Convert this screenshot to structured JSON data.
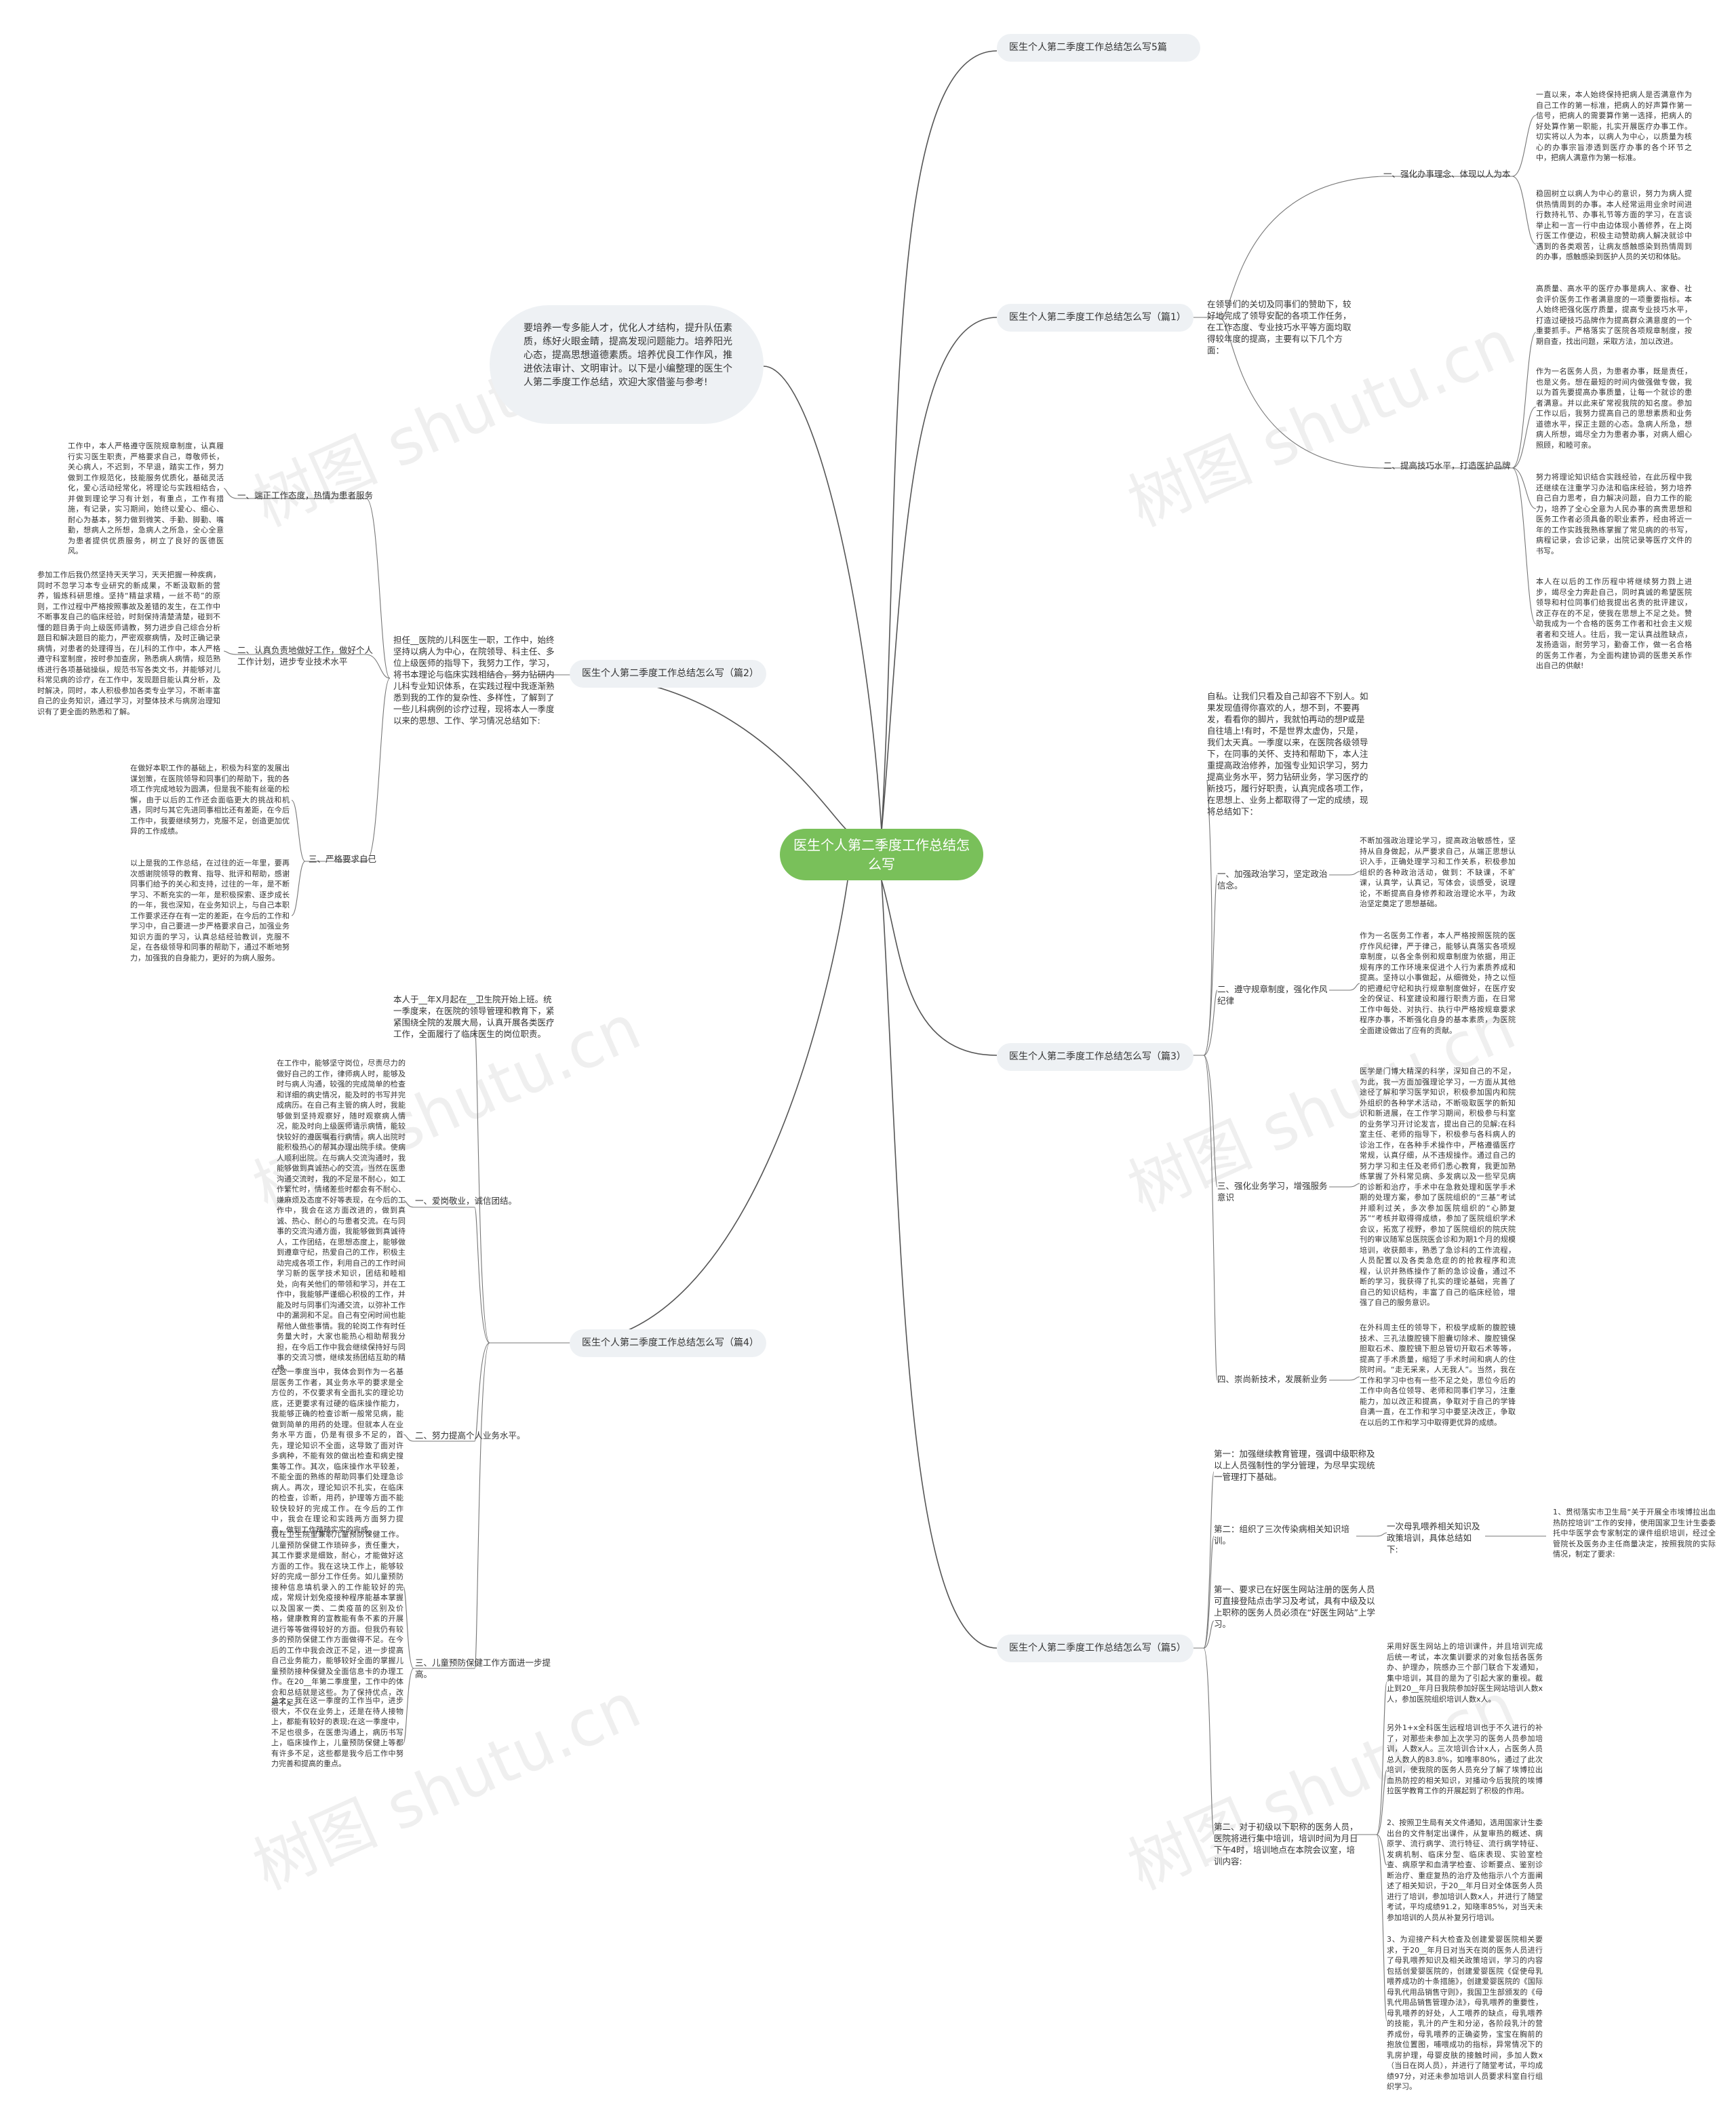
{
  "root": "医生个人第二季度工作总结怎么写",
  "intro": "要培养一专多能人才，优化人才结构，提升队伍素质，练好火眼金睛，提高发现问题能力。培养阳光心态，提高思想道德素质。培养优良工作作风，推进依法审计、文明审计。以下是小编整理的医生个人第二季度工作总结，欢迎大家借鉴与参考!",
  "watermark": "树图 shutu.cn",
  "branches": {
    "b5": "医生个人第二季度工作总结怎么写5篇",
    "b1": "医生个人第二季度工作总结怎么写（篇1）",
    "b2": "医生个人第二季度工作总结怎么写（篇2）",
    "b3": "医生个人第二季度工作总结怎么写（篇3）",
    "b4": "医生个人第二季度工作总结怎么写（篇4）",
    "b5b": "医生个人第二季度工作总结怎么写（篇5）"
  },
  "p1": {
    "intro": "在领导们的关切及同事们的赞助下，较好地完成了领导安配的各项工作任务，在工作态度、专业技巧水平等方面均取得较年度的提高，主要有以下几个方面：",
    "s1": "一、强化办事理念、体现以人为本",
    "s1a": "一直以来，本人始终保持把病人是否满意作为自己工作的第一标准，把病人的好声算作第一信号，把病人的需要算作第一选择，把病人的好处算作第一职能，扎实开展医疗办事工作。切实将以人为本，以病人为中心，以质量为核心的办事宗旨渗透到医疗办事的各个环节之中，把病人满意作为第一标准。",
    "s1b": "稳固树立以病人为中心的意识，努力为病人提供热情周到的办事。本人经常运用业余时间进行数持礼节、办事礼节等方面的学习，在言谈举止和一言一行中由边体现小善修养，在上岗行医工作便边，积极主动赞助病人解决就诊中遇到的各类艰苦，让病友感触感染到热情周到的办事，感触感染到医护人员的关切和体贴。",
    "s2": "二、提高技巧水平，打造医护品牌",
    "s2a": "高质量、高水平的医疗办事是病人、家眷、社会评价医务工作者满意度的一项重要指标。本人始终把强化医疗质量，提高专业技巧水平，打造过硬技巧品牌作为提高群众满意度的一个重要抓手。严格落实了医院各项规章制度，按期自查，找出问题，采取方法，加以改进。",
    "s2b": "作为一名医务人员，为患者办事，既是责任，也是义务。想在最短的时间内做强做专做，我以为首先要提高办事质量，让每一个就诊的患者满意。并以此来矿常视我院的知名度。参加工作以后，我努力提高自己的思想素质和业务道德水平，探正主题的心态。急病人所急，想病人所想，竭尽全力为患者办事，对病人细心照顾，和睦可亲。",
    "s2c": "努力将理论知识结合实践经验，在此历程中我还继续在注重学习办法和临床经验，努力培养自己自力思考，自力解决问题，自力工作的能力，培养了全心全意为人民办事的高贵思想和医务工作者必须具备的职业素养，经由将近一年的工作实践我熟练掌握了常见病的的书写，病程记录，会诊记录，出院记录等医疗文件的书写。",
    "s2d": "本人在以后的工作历程中将继续努力戮上进步，竭尽全力奔赴自己，同时真诚的希望医院领导和村位同事们给我提出名责的批评建议，改正存在的不足，使我在思想上不足之处。赞助我成为一个合格的医务工作者和社会主义规者者和交班人。往后，我一定认真战胜缺点，发扬造诣，耐劳学习，勤奋工作，做一名合格的医务工作者，为全面构建协调的医患关系作出自己的供献!"
  },
  "p2": {
    "intro": "担任__医院的儿科医生一职，工作中，始终坚持以病人为中心，在院领导、科主任、多位上级医师的指导下，我努力工作，学习，将书本理论与临床实践相结合，努力钻研内儿科专业知识体系，在实践过程中我逐渐熟悉到我的工作的复杂性、多样性，了解到了一些儿科病例的诊疗过程，现将本人一季度以来的思想、工作、学习情况总结如下:",
    "s1": "一、端正工作态度，热情为患者服务",
    "s1a": "工作中，本人严格遵守医院规章制度，认真履行实习医生职责，严格要求自己，尊敬师长，关心病人，不迟到，不早退，踏实工作，努力做到工作规范化，技能服务优质化，基础灵活化，爱心活动经常化，将理论与实践相结合，并做到理论学习有计划，有重点，工作有措施，有记录，实习期间，始终以爱心、细心、耐心为基本，努力做到微笑、手勤、脚勤、嘴勤，想病人之所想，急病人之所急，全心全意为患者提供优质服务，树立了良好的医德医风。",
    "s2": "二、认真负责地做好工作，做好个人工作计划，进步专业技术水平",
    "s2a": "参加工作后我仍然坚持天天学习，天天把握一种疾病，同时不忽学习本专业研究的新成果，不断汲取新的营养，锻炼科研思维。坚持“精益求精，一丝不苟”的原则，工作过程中严格按照事故及差错的发生，在工作中不断事发自己的临床经验，时刻保持清楚清楚，碰到不懂的题目勇于向上级医师请教，努力进步自己综合分析题目和解决题目的能力，严密观察病情，及时正确记录病情，对患者的处理得当，在儿科的工作中，本人严格遵守科室制度，按时参加查房，熟悉病人病情，规范熟练进行各项基础操纵，规范书写各类文书，并能够对儿科常见病的诊疗，在工作中，发现题目能认真分析，及时解决，同时，本人积极参加各类专业学习，不断丰富自己的业务知识，通过学习，对整体技术与病房治理知识有了更全面的熟悉和了解。",
    "s3": "三、严格要求自己",
    "s3a": "在做好本职工作的基础上，积极为科室的发展出谋划策，在医院领导和同事们的帮助下，我的各项工作完成地较为圆满，但是我不能有丝毫的松懈，由于以后的工作还会面临更大的挑战和机遇，同时与其它先进同事相比还有差距，在今后工作中，我要继续努力，克服不足，创造更加优异的工作成绩。",
    "s3b": "以上是我的工作总结，在过往的近一年里，要再次感谢院领导的教育、指导、批评和帮助，感谢同事们给予的关心和支持，过往的一年，是不断学习、不断充实的一年，是积极探索、逐步成长的一年，我也深知，在业务知识上，与自己本职工作要求还存在有一定的差距，在今后的工作和学习中，自己要进一步严格要求自己，加强业务知识方面的学习，认真总结经验教训，克服不足，在各级领导和同事的帮助下，通过不断地努力，加强我的自身能力，更好的为病人服务。"
  },
  "p3": {
    "intro": "自私。让我们只看及自己却容不下别人。如果发现值得你喜欢的人，想不到，不要再发，看看你的脚片，我就怕再动的想P或是自往墙上!有时，不是世界太虚伪，只是，我们太天真。一季度以来，在医院各级领导下，在同事的关怀、支持和帮助下，本人注重提高政治修养，加强专业知识学习，努力提高业务水平，努力钻研业务，学习医疗的新技巧，履行好职责，认真完成各项工作，在思想上、业务上都取得了一定的成绩，现将总结如下：",
    "s1": "一、加强政治学习，坚定政治信念。",
    "s1a": "不断加强政治理论学习，提高政治敏感性，坚持从自身做起，从严要求自己，从端正思想认识入手，正确处理学习和工作关系，积极参加组织的各种政治活动，做到：不缺课，不旷课，认真学，认真记，写体会，谈感受，说理论，不断提高自身修养和政治理论水平，为政治坚定奠定了思想基础。",
    "s2": "二、遵守规章制度，强化作风纪律",
    "s2a": "作为一名医务工作者，本人严格按照医院的医疗作风纪律，严于律己，能够认真落实各项规章制度，以各全条例和规章制度为依据，用正规有序的工作环境来促进个人行为素质养成和提高。坚持以小事做起，从细微处，持之以恒的把遵纪守纪和执行规章制度做好，在医疗安全的保证、科室建设和履行职责方面，在日常工作中每处、对执行、执行中严格按规章要求程序办事，不断强化自身的基本素质，为医院全面建设做出了应有的贡献。",
    "s3": "三、强化业务学习，增强服务意识",
    "s3a": "医学是门博大精深的科学，深知自己的不足，为此，我一方面加强理论学习，一方面从其他途径了解和学习医学知识，积极参加国内和院外组织的各种学术活动，不断吸取医学的新知识和新进展，在工作学习期间，积极参与科室的业务学习开讨论发言，提出自己的见解;在科室主任、老师的指导下，积极参与各科病人的诊治工作，在各种手术操作中，严格遵循医疗常规，认真仔细，从不违规操作。通过自己的努力学习和主任及老师们悉心教育，我更加熟练掌握了外科常见病、多发病以及一些罕见病的诊断和治疗，手术中在急救处理和医学手术期的处理方案，参加了医院组织的“三基”考试并顺利过关，多次参加医院组织的“心肺复苏”“考核并取得得成绩，参加了医院组织学术会议，拓宽了视野，参加了医院组织的院庆院刊的审议随军总医院医会诊和为期1个月的规模培训，收获颇丰，熟悉了急诊科的工作流程，人员配置以及各类急危症的的抢救程序和流程，认识并熟练操作了新的急诊设备，通过不断的学习，我获得了扎实的理论基础，完善了自己的知识结构，丰富了自己的临床经验，增强了自己的服务意识。",
    "s4": "四、崇尚新技术，发展新业务",
    "s4a": "在外科周主任的领导下，积极学成新的腹腔镜技术、三孔法腹腔镜下胆囊切除术、腹腔镜保胆取石术、腹腔镜下胆总管切开取石术等等，提高了手术质量，缩短了手术时间和病人的住院时间。“走无采来，人无我人”。当然，我在工作和学习中也有一些不足之处，思位今后的工作中向各位领导、老师和同事们学习，注重能力，加以改正和提高，争取对于自己的学锋自满一直，在工作和学习中要坚决改正，争取在以后的工作和学习中取得更优异的成绩。"
  },
  "p4": {
    "intro": "本人于__年X月起在__卫生院开始上班。统一季度来，在医院的领导管理和教育下，紧紧围绕全院的发展大局，认真开展各类医疗工作，全面履行了临床医生的岗位职责。",
    "s1": "一、爱岗敬业，诚信团结。",
    "s1a": "在工作中，能够坚守岗位，尽责尽力的做好自己的工作，律师病人时，能够及时与病人沟通，较强的完成简单的检查和详细的病史情况，能及时的书写并完成病历。在自己有主管的病人时，我能够做到坚持观察好，随时观察病人情况，能及时向上级医师请示病情，能较快较好的遵医嘱看行病情，病人出院时能积极热心的帮其办理出院手续。使病人顺利出院。在与病人交流沟通时，我能够做到真诚热心的交流，当然在医患沟通交流时，我的不足是不耐心，如工作繁忙时，情绪差些时都会有不耐心、嫌麻烦及态度不好等表现，在今后的工作中，我会在这方面改进的，做到真诚、热心、耐心的与患者交流。在与同事的交流沟通方面，我能够做到真诚待人，工作团结，在思想态度上，能够做到遵章守纪，热爱自己的工作，积极主动完成各项工作，利用自己的工作时间学习新的医学技术知识，团结和睦相处，向有关他们的带领和学习，并在工作中，我能够严谨细心积极的工作，并能及时与同事们沟通交流，以弥补工作中的漏洞和不足。自己有空闲时间也能帮他人做些事情。我的轮岗工作有时任务量大时，大家也能热心相助帮我分担，在今后工作中我会继续保持好与同事的交流习惯，继续发扬团结互助的精神。",
    "s2": "二、努力提高个人业务水平。",
    "s2a": "在这一季度当中，我体会到作为一名基层医务工作者，其业务水平的要求是全方位的，不仅要求有全面扎实的理论功底，还更要求有过硬的临床操作能力，我能够正确的检查诊断一般常见病，能做到简单的用药的处理。但就本人在业务水平方面，仍是有很多不足的，首先，理论知识不全面，这导致了面对许多病种，不能有效的做出检查和病史搜集等工作。其次，临床操作水平较差，不能全面的熟练的帮助同事们处理急诊病人。再次，理论知识不扎实，在临床的检查，诊断，用药，护理等方面不能较快较好的完成工作。在今后的工作中，我会在理论和实践两方面努力提高，做到工作踏踏实实的完成。",
    "s3": "三、儿童预防保健工作方面进一步提高。",
    "s3a": "我在卫生院里兼职儿童预防保健工作。儿童预防保健工作琐碎多，责任重大，其工作要求是细致，耐心，才能做好这方面的工作。我在这块工作上，能够较好的完成一部分工作任务。如儿童预防接种信息填机录入的工作能较好的完成，常规计划免疫接种程序能基本掌握以及国家一类、二类疫苗的区别及价格，健康教育的宣教能有条不紊的开展进行等等做得较好的方面。但我仍有较多的预防保健工作方面做得不足。在今后的工作中我会改正不足，进一步提高自己业务能力，能够较好全面的掌握儿童预防接种保健及全面信息卡的办理工作。在20__年第二季度里，工作中的体会和总结就是这些。为了保持优点，改进不足。",
    "s3b": "总之，我在这一季度的工作当中，进步很大，不仅在业务上，还是在待人接物上，都能有较好的表现;在这一季度中，不足也很多，在医患沟通上，病历书写上，临床操作上，儿童预防保健上等都有许多不足，这些都是我今后工作中努力完善和提高的重点。"
  },
  "p5": {
    "c1": "第一：加强继续教育管理，强调中级职称及以上人员强制性的学分管理，为尽早实现统一管理打下基础。",
    "c2": "第二：组织了三次传染病相关知识培训。",
    "c2s": "一次母乳喂养相关知识及政策培训，具体总结如下:",
    "c2a": "1、贯彻落实市卫生局“关于开展全市埃博拉出血热防控培训”工作的安排，使用国家卫生计生委委托中华医学会专家制定的课件组织培训，经过全管院长及医务办主任商量决定，按照我院的实际情况，制定了要求:",
    "c3": "第一、要求已在好医生网站注册的医务人员可直接登陆点击学习及考试，具有中级及以上职称的医务人员必须在“好医生网站”上学习。",
    "c4": "第二、对于初级以下职称的医务人员，医院将进行集中培训，培训时间为月日下午4时，培训地点在本院会议室，培训内容:",
    "c4a": "采用好医生网站上的培训课件，并且培训完成后统一考试，本次集训要求的对象包括各医务办、护理办，院感办三个部门联合下发通知，集中培训，其目的是为了引起大家的重视。截止到20__年月日我院参加好医生网站培训人数x人，参加医院组织培训人数x人。",
    "c4b": "另外1+x全科医生远程培训也于不久进行的补了，对那些未参加上次学习的医务人员参加培训，人数x人。三次培训合计x人，占医务人员总人数人的83.8%，如唯率80%，通过了此次培训，使我院的医务人员充分了解了埃博拉出血热防控的相关知识，对播动今后我院的埃博拉医学教育工作的开展起到了积极的作用。",
    "c4c": "2、按照卫生局有关文件通知，选用国家计生委出台的文件制定出课件，从复审热的概述、病原学、流行病学、流行特征、流行病学特征、发病机制、临床分型、临床表现、实验室检查、病原学和血清学检查、诊断要点、鉴别诊断治疗、重症复热的治疗及他指示八个方面阐述了相关知识，于20__年月日对全体医务人员进行了培训，参加培训人数x人，并进行了随堂考试，平均成绩91.2，知晓率85%，对当天未参加培训的人员从补复另行培训。",
    "c4d": "3、为迎接产科大检查及创建爱婴医院相关要求，于20__年月日对当天在岗的医务人员进行了母乳喂养知识及相关政策培训，学习的内容包括创爱婴医院的，创建爱婴医院《促使母乳喂养成功的十条措施》，创建爱婴医院的《国际母乳代用品销售守则》，我国卫生部颁发的《母乳代用品销售管理办法》，母乳喂养的重要性，母乳喂养的好处，人工喂养的缺点，母乳喂养的技能，乳汁的产生和分泌，各阶段乳汁的营养成份，母乳喂养的正确姿势，宝宝在胸前的抱放位置图，哺喂成功的指标，异常情况下的乳房护理，母婴皮肤的接触时间，多加人数x（当日在岗人员），并进行了随堂考试，平均成绩97分，对还未参加培训人员要求科室自行组织学习。"
  }
}
